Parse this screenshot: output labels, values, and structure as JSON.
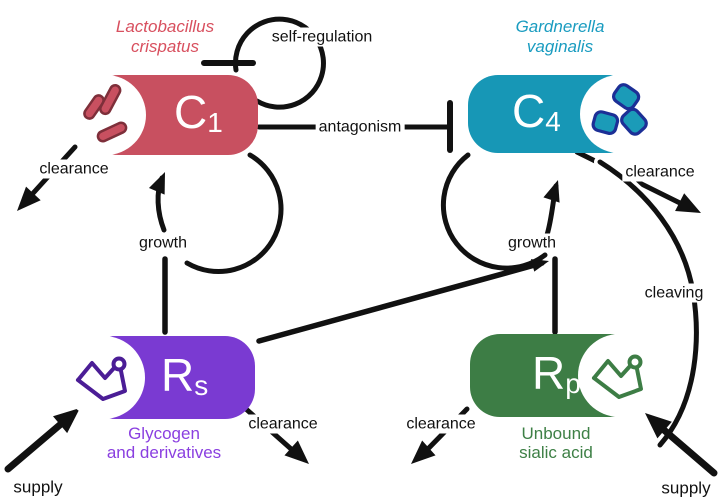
{
  "diagram": {
    "title_implicit": "",
    "species": {
      "c1": {
        "name_line1": "Lactobacillus",
        "name_line2": "crispatus",
        "symbol": "C",
        "subscript": "1",
        "fill_color": "#c85060",
        "name_color": "#d8505f",
        "cell_icon": "rod-shaped-bacilli"
      },
      "c4": {
        "name_line1": "Gardnerella",
        "name_line2": "vaginalis",
        "symbol": "C",
        "subscript": "4",
        "fill_color": "#1797b6",
        "name_color": "#1a9cc0",
        "cell_icon": "coccobacilli-squares"
      }
    },
    "resources": {
      "rs": {
        "symbol": "R",
        "subscript": "s",
        "name_line1": "Glycogen",
        "name_line2": "and derivatives",
        "fill_color": "#7a3ad2",
        "name_color": "#8a3fe0",
        "icon": "sugar-ring"
      },
      "rp": {
        "symbol": "R",
        "subscript": "p",
        "name_line1": "Unbound",
        "name_line2": "sialic acid",
        "fill_color": "#3d7d45",
        "name_color": "#3e8046",
        "icon": "sugar-ring"
      }
    },
    "labels": {
      "self_regulation": "self-regulation",
      "antagonism": "antagonism",
      "growth_left": "growth",
      "growth_right": "growth",
      "clearance_c1": "clearance",
      "clearance_c4": "clearance",
      "clearance_rs": "clearance",
      "clearance_rp": "clearance",
      "cleaving": "cleaving",
      "supply_left": "supply",
      "supply_right": "supply"
    },
    "arrow_color": "#111111"
  }
}
